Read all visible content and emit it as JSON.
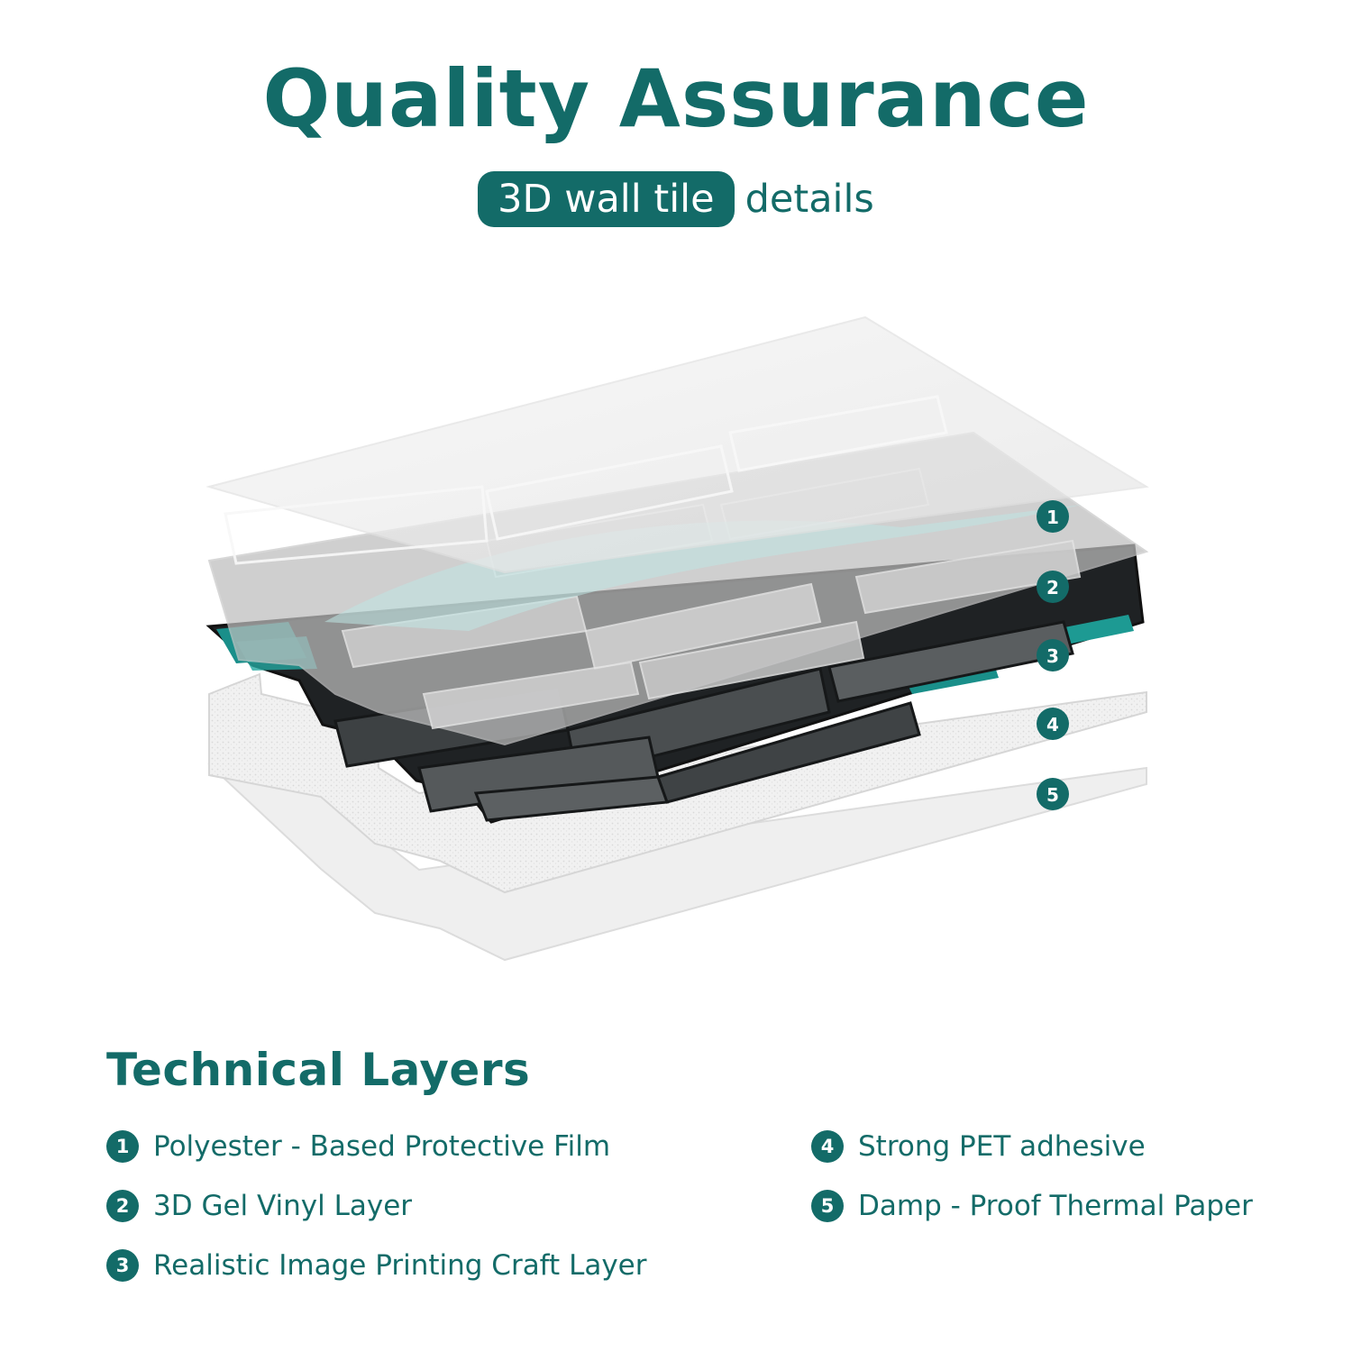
{
  "header": {
    "title": "Quality Assurance",
    "subtitle_highlight": "3D wall tile",
    "subtitle_rest": "details"
  },
  "diagram": {
    "callouts": [
      "1",
      "2",
      "3",
      "4",
      "5"
    ]
  },
  "legend": {
    "title": "Technical Layers",
    "items": [
      {
        "num": "1",
        "label": "Polyester - Based Protective Film"
      },
      {
        "num": "2",
        "label": "3D Gel Vinyl Layer"
      },
      {
        "num": "3",
        "label": "Realistic Image Printing Craft Layer"
      },
      {
        "num": "4",
        "label": "Strong PET adhesive"
      },
      {
        "num": "5",
        "label": "Damp - Proof Thermal Paper"
      }
    ]
  },
  "colors": {
    "brand": "#136b68",
    "teal_tile": "#1a8f8a",
    "dark_tile": "#2f3234"
  }
}
